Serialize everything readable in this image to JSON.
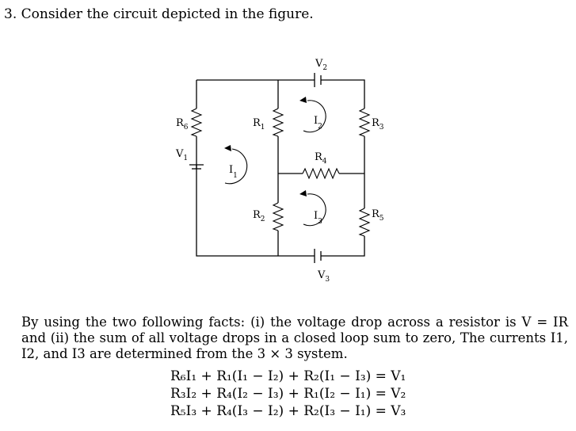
{
  "question": {
    "number": "3.",
    "text": "Consider the circuit depicted in the figure."
  },
  "figure": {
    "labels": {
      "V2": "V",
      "V2_sub": "2",
      "V3": "V",
      "V3_sub": "3",
      "V1": "V",
      "V1_sub": "1",
      "R1": "R",
      "R1_sub": "1",
      "R2": "R",
      "R2_sub": "2",
      "R3": "R",
      "R3_sub": "3",
      "R4": "R",
      "R4_sub": "4",
      "R5": "R",
      "R5_sub": "5",
      "R6": "R",
      "R6_sub": "6",
      "I1": "I",
      "I1_sub": "1",
      "I2": "I",
      "I2_sub": "2",
      "I3": "I",
      "I3_sub": "3"
    }
  },
  "paragraph": "By using the two following facts: (i) the voltage drop across a resistor is V = IR and (ii) the sum of all voltage drops in a closed loop sum to zero, The currents I1, I2, and I3 are determined from the 3 × 3 system.",
  "equations": [
    "R₆I₁ + R₁(I₁ − I₂) + R₂(I₁ − I₃) = V₁",
    "R₃I₂ + R₄(I₂ − I₃) + R₁(I₂ − I₁) = V₂",
    "R₅I₃ + R₄(I₃ − I₂) + R₂(I₃ − I₁) = V₃"
  ]
}
